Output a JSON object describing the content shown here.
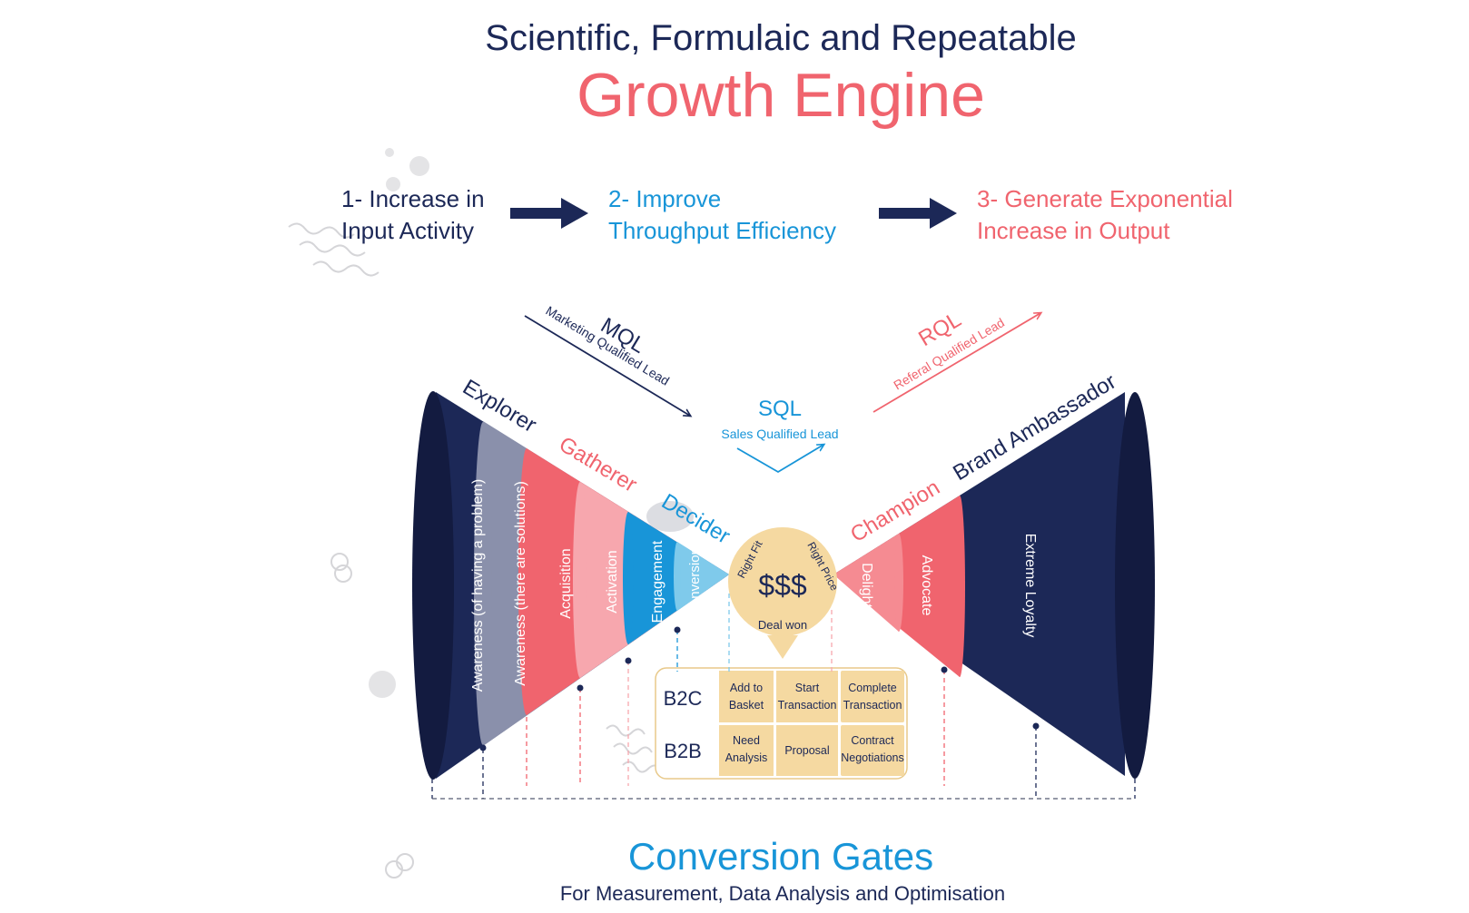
{
  "header": {
    "subtitle": "Scientific, Formulaic and Repeatable",
    "title": "Growth Engine"
  },
  "steps": [
    {
      "line1": "1- Increase in",
      "line2": "Input Activity"
    },
    {
      "line1": "2- Improve",
      "line2": "Throughput Efficiency"
    },
    {
      "line1": "3- Generate Exponential",
      "line2": "Increase in Output"
    }
  ],
  "leads": {
    "mql": {
      "abbr": "MQL",
      "full": "Marketing Qualified Lead"
    },
    "sql": {
      "abbr": "SQL",
      "full": "Sales Qualified Lead"
    },
    "rql": {
      "abbr": "RQL",
      "full": "Referal Qualified Lead"
    }
  },
  "personas": {
    "explorer": "Explorer",
    "gatherer": "Gatherer",
    "decider": "Decider",
    "champion": "Champion",
    "ambassador": "Brand Ambassador"
  },
  "stages": {
    "awareness_problem": "Awareness (of having a problem)",
    "awareness_solutions": "Awareness (there are solutions)",
    "acquisition": "Acquisition",
    "activation": "Activation",
    "engagement": "Engagement",
    "conversion": "Conversion",
    "delight": "Delight",
    "advocate": "Advocate",
    "loyalty": "Extreme Loyalty"
  },
  "deal": {
    "center": "$$$",
    "right_fit": "Right Fit",
    "right_price": "Right Price",
    "deal_won": "Deal won"
  },
  "gates_table": {
    "rows": [
      {
        "label": "B2C",
        "cells": [
          [
            "Add to",
            "Basket"
          ],
          [
            "Start",
            "Transaction"
          ],
          [
            "Complete",
            "Transaction"
          ]
        ]
      },
      {
        "label": "B2B",
        "cells": [
          [
            "Need",
            "Analysis"
          ],
          [
            "Proposal"
          ],
          [
            "Contract",
            "Negotiations"
          ]
        ]
      }
    ]
  },
  "footer": {
    "title": "Conversion Gates",
    "subtitle": "For Measurement, Data Analysis and Optimisation"
  },
  "colors": {
    "navy": "#1c2857",
    "darknavy": "#131b40",
    "coral": "#f0646e",
    "pink": "#f7a7ae",
    "blue": "#1895d8",
    "lightblue": "#7fcaeb",
    "greyblue": "#8a90ab",
    "gold": "#f5d9a1",
    "goldborder": "#e8c98a"
  }
}
